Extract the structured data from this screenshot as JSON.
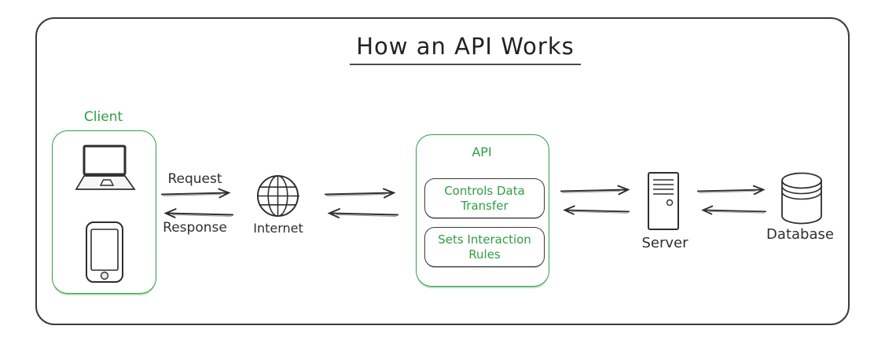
{
  "title": "How an API Works",
  "colors": {
    "ink": "#2e2e2e",
    "accent_green": "#2f9e44"
  },
  "client": {
    "label": "Client",
    "icons": [
      {
        "name": "laptop-icon"
      },
      {
        "name": "smartphone-icon"
      }
    ]
  },
  "flow_client_internet": {
    "request_label": "Request",
    "response_label": "Response"
  },
  "internet": {
    "label": "Internet",
    "icon": "globe-icon"
  },
  "api": {
    "label": "API",
    "rules": [
      {
        "label": "Controls Data Transfer"
      },
      {
        "label": "Sets Interaction Rules"
      }
    ]
  },
  "server": {
    "label": "Server",
    "icon": "server-tower-icon"
  },
  "database": {
    "label": "Database",
    "icon": "database-cylinder-icon"
  }
}
